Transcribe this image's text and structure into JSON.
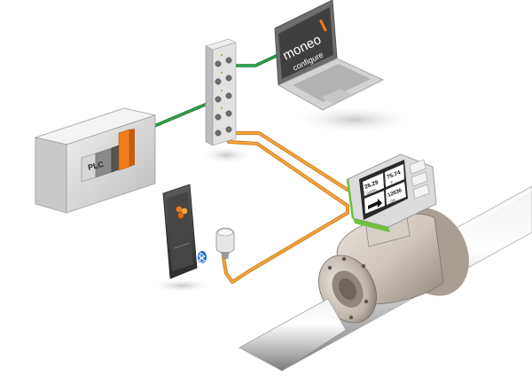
{
  "plc": {
    "label": "PLC",
    "accent_color": "#f07c1a"
  },
  "laptop": {
    "brand": "moneo",
    "product": "configure",
    "brand_color": "#f07c1a"
  },
  "sensor_display": {
    "readings": [
      {
        "value": "26.29",
        "unit": "gal/min"
      },
      {
        "value": "75.74",
        "unit": "°F"
      },
      {
        "value": "",
        "unit": ""
      },
      {
        "value": "12636",
        "unit": "gal"
      }
    ]
  },
  "cables": {
    "ethernet_color": "#2ea64a",
    "io_link_color": "#f5a33a"
  },
  "bluetooth": {
    "icon": "bluetooth-icon",
    "color": "#1a6fd0"
  }
}
